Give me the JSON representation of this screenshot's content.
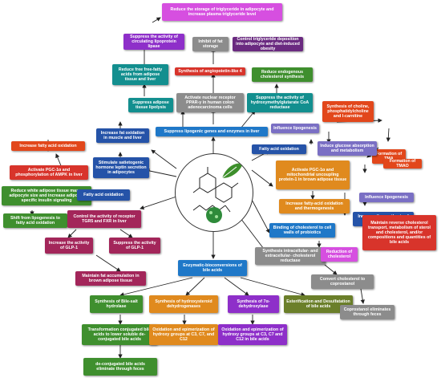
{
  "boxes": {
    "reduce_storage": "Reduce the storage of triglyceride in adipocyte and increase plasma triglyceride level",
    "suppress_lipoprotein_lipase": "Suppress the activity of circulating lipoprotein lipase",
    "inhibit_fat_storage": "Inhibit of fat storage",
    "control_triglyceride": "Control triglyceride deposition into adipocyte and diet-induced obesity",
    "reduce_ffa": "Reduce free free-fatty acids from adipose tissue and liver",
    "angiopoietin": "Synthesis of angiopoietin-like 4",
    "reduce_endogenous": "Reduce endogenous cholesterol synthesis",
    "suppress_adipose_lipolysis": "Suppress adipose tissue lipolysis",
    "activate_ppar": "Activate nuclear receptor PPAR-γ in human colon adenocarcinoma cells",
    "suppress_hmg": "Suppress the activity of hydroxymethylglutarate CoA reductase",
    "choline": "Synthesis of choline, phosphatidylcholine and l-carnitine",
    "increase_fat_ox_muscle": "Increase fat oxidation in muscle and liver",
    "suppress_lipogenic": "Suppress lipogenic genes and enzymes in liver",
    "influence_lipogenesis_top": "Influence lipogenesis",
    "formation_tma": "Formation of TMA",
    "increase_fa_ox_left": "Increase fatty acid oxidation",
    "stimulate_leptin": "Stimulate satietogenic hormone leptin secretion in adipocytes",
    "fa_oxidation_right": "Fatty acid oxidation",
    "induce_glucose": "Induce glucose absorption and metabolism",
    "activate_pgc_ampk": "Activate PGC-1α and phosphorylation of AMPK in liver",
    "formation_tmao": "Formation of TMAO",
    "activate_pgc_brown": "Activate PGC-1α and mitochondrial uncoupling protein-1 in brown adipose tissue",
    "reduce_white": "Reduce white adipose tissue mass, adipocyte size and increase adipose-specific insulin signaling",
    "fa_oxidation_left": "Fatty acid oxidation",
    "influence_lipogenesis_right": "Influence lipogenesis",
    "shift_lipogenesis": "Shift from lipogenesis to fatty acid oxidation",
    "control_tgr5": "Control the activity of receptor TGR5 and FXR in liver",
    "increase_synthesis_tg": "Increase the synthesis of triglycerides in liver",
    "increase_fa_ox_thermo": "Increase fatty-acid oxidation and thermogenesis",
    "maintain_reverse": "Maintain reverse cholesterol transport, metabolism of sterol and cholesterol, and/or compositions and quantities of bile acids",
    "increase_glp1": "Increase the activity of GLP-1",
    "suppress_glp1": "Suppress the activity of GLP-1",
    "binding_cholesterol": "Binding of cholesterol to cell walls of probiotics",
    "synthesis_reductase": "Synthesis intracellular- and extracellular- cholesterol reductase",
    "reduction_cholesterol": "Reduction of cholesterol",
    "maintain_fat_brown": "Maintain fat accumulation in brown adipose tissue",
    "enzymatic_bioconversions": "Enzymatic-bioconversions of bile acids",
    "convert_coprostanol": "Convert cholesterol to coprostanol",
    "bile_salt_hydrolase": "Synthesis of Bile-salt hydrolase",
    "hydroxysteroid": "Synthesis of hydroxysteroid dehydrogenases",
    "dehydroxylase": "Synthesis of 7α-dehydroxylase",
    "esterification": "Esterification and Desulfatation of bile acids",
    "coprostanol_eliminates": "Coprostanol eliminates through feces",
    "transformation": "Transformation conjugated bile acids to lower soluble de-conjugated bile acids",
    "oxidation_c3": "Oxidation and epimerization of hydroxy groups at C3, C7, and C12",
    "oxidation_c3_bile": "Oxidation and epimerization of hydroxy groups at C3, C7 and C12 in bile acids",
    "deconjugated_eliminate": "de-conjugated bile acids eliminate through feces"
  },
  "colors": {
    "purple": "#8e2fc9",
    "teal": "#138f8f",
    "red": "#d8342b",
    "green": "#3f8f2e",
    "blue": "#1b5fa8",
    "orange": "#e08a1e"
  },
  "center_icons": [
    "plant-leaves-icon",
    "molecule-icon",
    "bacteria-icon"
  ]
}
